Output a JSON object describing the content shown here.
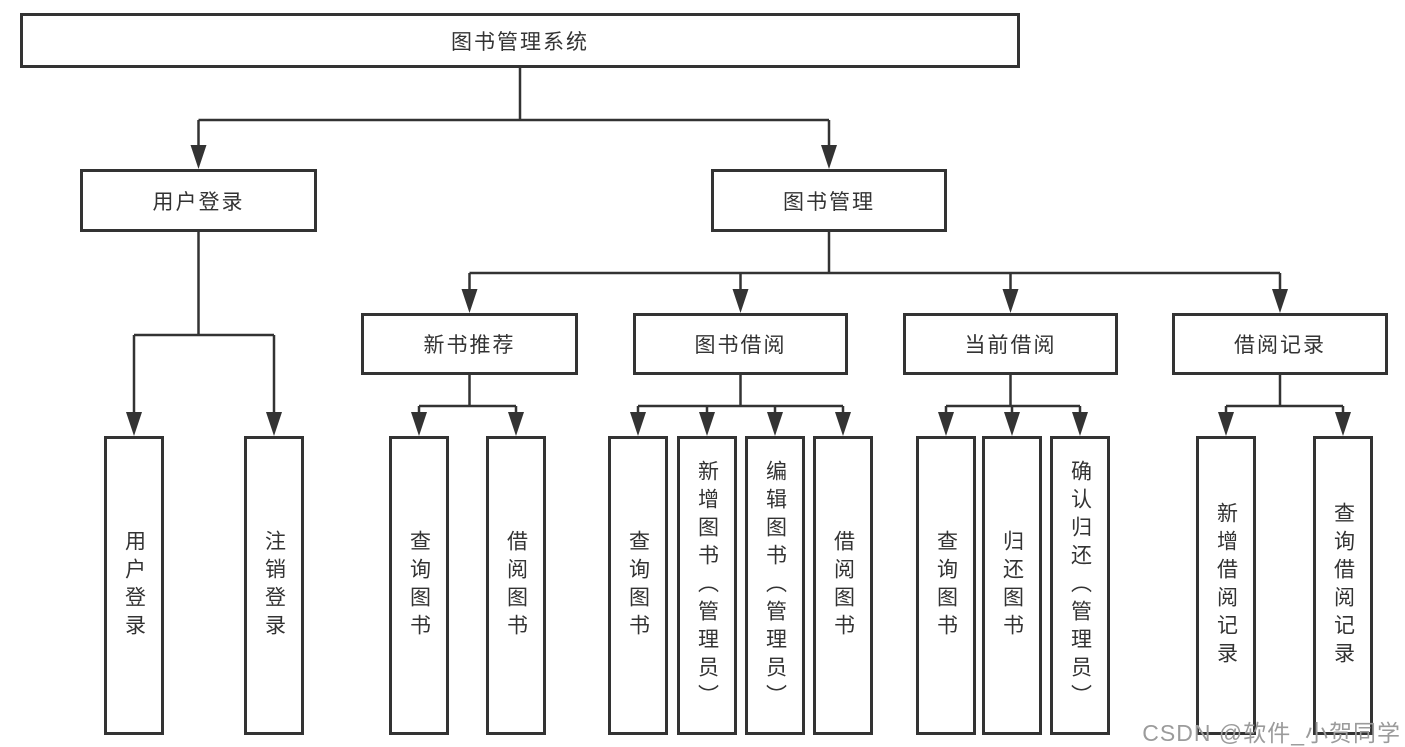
{
  "diagram": {
    "root": {
      "label": "图书管理系统"
    },
    "level2": [
      {
        "id": "user-login",
        "label": "用户登录"
      },
      {
        "id": "book-management",
        "label": "图书管理"
      }
    ],
    "level3": [
      {
        "id": "new-book-recommend",
        "label": "新书推荐",
        "parent": "图书管理"
      },
      {
        "id": "book-borrowing",
        "label": "图书借阅",
        "parent": "图书管理"
      },
      {
        "id": "current-borrowing",
        "label": "当前借阅",
        "parent": "图书管理"
      },
      {
        "id": "borrowing-records",
        "label": "借阅记录",
        "parent": "图书管理"
      }
    ],
    "leaves": [
      {
        "parent": "用户登录",
        "label": "用户登录"
      },
      {
        "parent": "用户登录",
        "label": "注销登录"
      },
      {
        "parent": "新书推荐",
        "label": "查询图书"
      },
      {
        "parent": "新书推荐",
        "label": "借阅图书"
      },
      {
        "parent": "图书借阅",
        "label": "查询图书"
      },
      {
        "parent": "图书借阅",
        "label": "新增图书（管理员）"
      },
      {
        "parent": "图书借阅",
        "label": "编辑图书（管理员）"
      },
      {
        "parent": "图书借阅",
        "label": "借阅图书"
      },
      {
        "parent": "当前借阅",
        "label": "查询图书"
      },
      {
        "parent": "当前借阅",
        "label": "归还图书"
      },
      {
        "parent": "当前借阅",
        "label": "确认归还（管理员）"
      },
      {
        "parent": "借阅记录",
        "label": "新增借阅记录"
      },
      {
        "parent": "借阅记录",
        "label": "查询借阅记录"
      }
    ]
  },
  "watermark": {
    "text": "CSDN @软件_小贺同学"
  },
  "colors": {
    "line": "#333333",
    "text": "#333333",
    "background": "#ffffff",
    "watermark": "#9b9b9b"
  }
}
